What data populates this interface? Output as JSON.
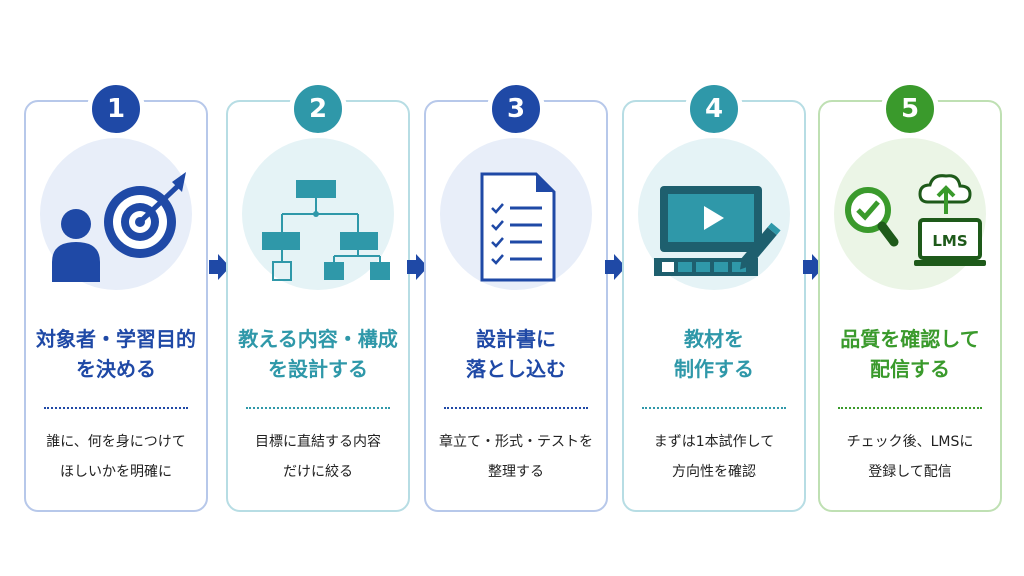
{
  "steps": [
    {
      "number": "1",
      "title": [
        "対象者・学習目的",
        "を決める"
      ],
      "desc": [
        "誰に、何を身につけて",
        "ほしいかを明確に"
      ],
      "accent": "#1f49a6",
      "border": "#b7c8ea",
      "circle": "#e8eef9",
      "icon": "user-target-icon"
    },
    {
      "number": "2",
      "title": [
        "教える内容・構成",
        "を設計する"
      ],
      "desc": [
        "目標に直結する内容",
        "だけに絞る"
      ],
      "accent": "#2f98a9",
      "border": "#b7dde4",
      "circle": "#e5f3f6",
      "icon": "flowchart-icon"
    },
    {
      "number": "3",
      "title": [
        "設計書に",
        "落とし込む"
      ],
      "desc": [
        "章立て・形式・テストを",
        "整理する"
      ],
      "accent": "#1f49a6",
      "border": "#b7c8ea",
      "circle": "#e8eef9",
      "icon": "checklist-document-icon"
    },
    {
      "number": "4",
      "title": [
        "教材を",
        "制作する"
      ],
      "desc": [
        "まずは1本試作して",
        "方向性を確認"
      ],
      "accent": "#2f98a9",
      "border": "#b7dde4",
      "circle": "#e5f3f6",
      "icon": "video-pencil-icon"
    },
    {
      "number": "5",
      "title": [
        "品質を確認して",
        "配信する"
      ],
      "desc": [
        "チェック後、LMSに",
        "登録して配信"
      ],
      "accent": "#3a9a2c",
      "border": "#bfe0b3",
      "circle": "#ebf5e6",
      "icon": "check-upload-lms-icon",
      "lms_label": "LMS"
    }
  ],
  "arrow_color": "#1f49a6"
}
